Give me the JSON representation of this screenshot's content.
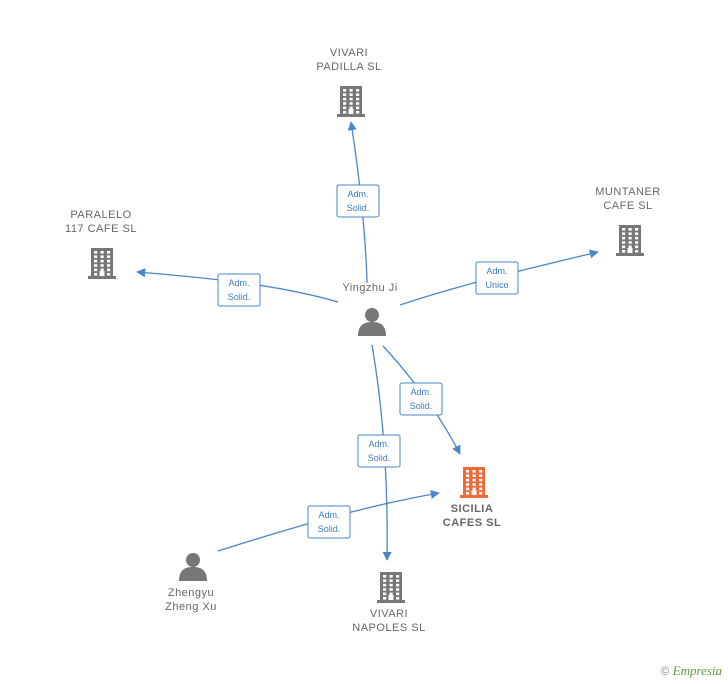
{
  "nodes": [
    {
      "id": "yingzhu",
      "type": "person",
      "label_lines": [
        "Yingzhu Ji"
      ],
      "color": "#777777"
    },
    {
      "id": "zhengyu",
      "type": "person",
      "label_lines": [
        "Zhengyu",
        "Zheng Xu"
      ],
      "color": "#777777"
    },
    {
      "id": "vivari_padilla",
      "type": "company",
      "label_lines": [
        "VIVARI",
        "PADILLA  SL"
      ],
      "color": "#777777"
    },
    {
      "id": "paralelo",
      "type": "company",
      "label_lines": [
        "PARALELO",
        "117 CAFE  SL"
      ],
      "color": "#777777"
    },
    {
      "id": "muntaner",
      "type": "company",
      "label_lines": [
        "MUNTANER",
        "CAFE  SL"
      ],
      "color": "#777777"
    },
    {
      "id": "sicilia",
      "type": "company",
      "label_lines": [
        "SICILIA",
        "CAFES  SL"
      ],
      "color": "#ef6a3a",
      "highlight": true
    },
    {
      "id": "vivari_napoles",
      "type": "company",
      "label_lines": [
        "VIVARI",
        "NAPOLES  SL"
      ],
      "color": "#777777"
    }
  ],
  "edges": [
    {
      "from": "yingzhu",
      "to": "vivari_padilla",
      "label_lines": [
        "Adm.",
        "Solid."
      ]
    },
    {
      "from": "yingzhu",
      "to": "paralelo",
      "label_lines": [
        "Adm.",
        "Solid."
      ]
    },
    {
      "from": "yingzhu",
      "to": "muntaner",
      "label_lines": [
        "Adm.",
        "Unico"
      ]
    },
    {
      "from": "yingzhu",
      "to": "sicilia",
      "label_lines": [
        "Adm.",
        "Solid."
      ]
    },
    {
      "from": "yingzhu",
      "to": "vivari_napoles",
      "label_lines": [
        "Adm.",
        "Solid."
      ]
    },
    {
      "from": "zhengyu",
      "to": "sicilia",
      "label_lines": [
        "Adm.",
        "Solid."
      ]
    }
  ],
  "colors": {
    "edge": "#4a86c8",
    "label": "#666666"
  },
  "footer": {
    "symbol": "©",
    "brand": "Empresia"
  }
}
